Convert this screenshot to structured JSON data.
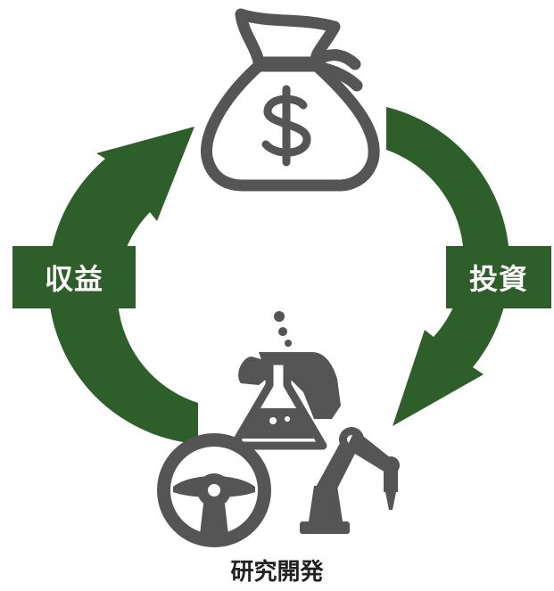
{
  "labels": {
    "revenue": "収益",
    "investment": "投資",
    "rnd": "研究開発"
  },
  "icons": [
    "money-bag-icon",
    "flask-in-hand-icon",
    "steering-wheel-icon",
    "robot-arm-icon"
  ],
  "colors": {
    "arrow": "#2e5e29",
    "label_box": "#2e5e29",
    "icon": "#555555",
    "text": "#ffffff",
    "caption": "#222222",
    "background": "#ffffff"
  }
}
